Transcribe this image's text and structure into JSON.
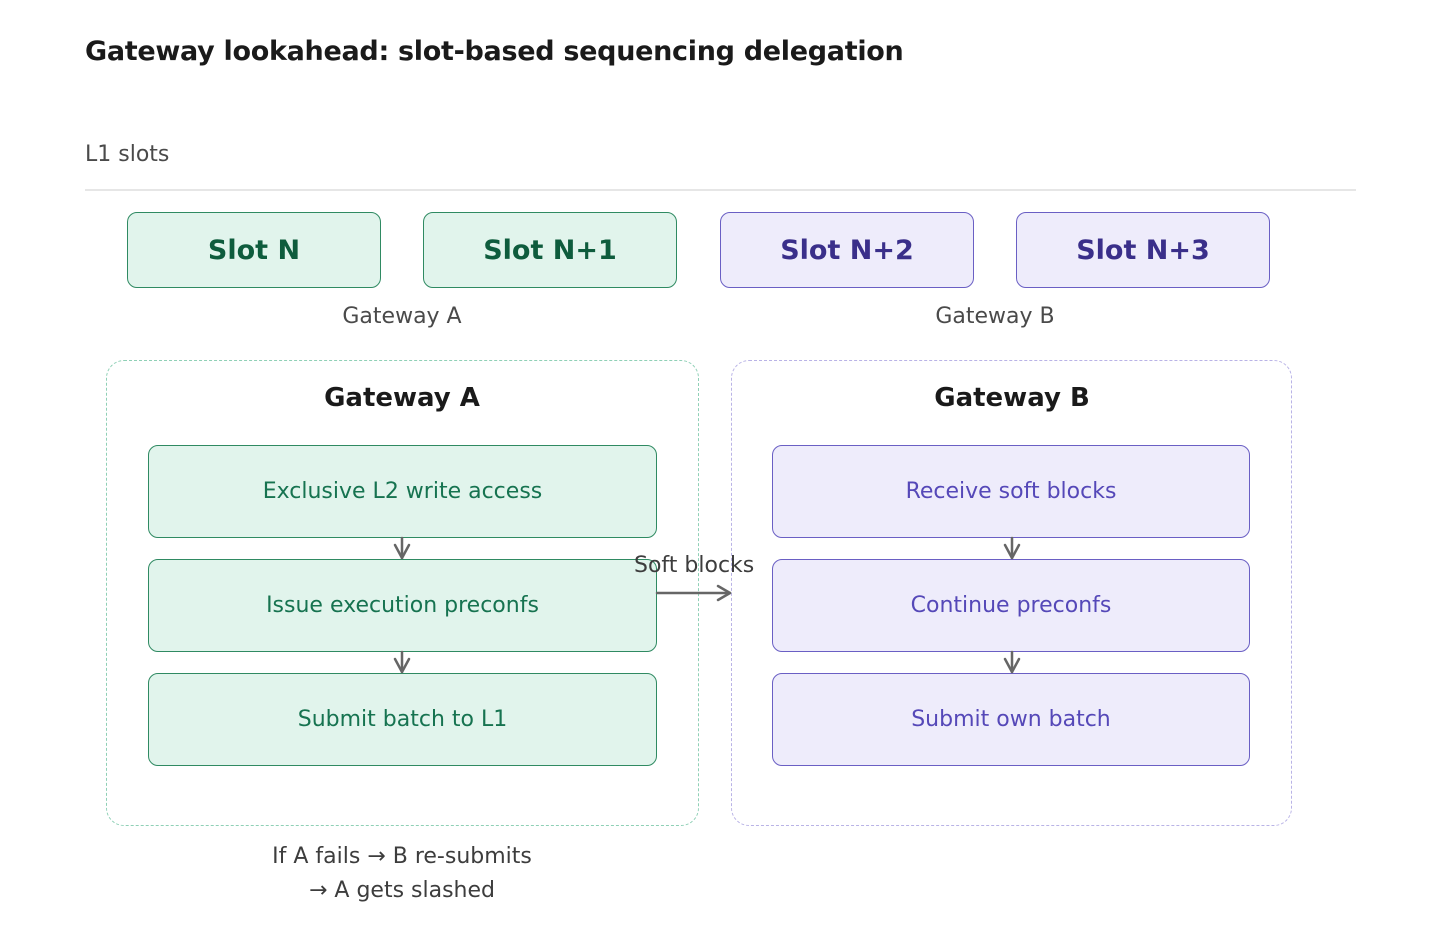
{
  "title": "Gateway lookahead: slot-based sequencing delegation",
  "timeline": {
    "label": "L1 slots",
    "slots": [
      {
        "label": "Slot N",
        "owner": "A"
      },
      {
        "label": "Slot N+1",
        "owner": "A"
      },
      {
        "label": "Slot N+2",
        "owner": "B"
      },
      {
        "label": "Slot N+3",
        "owner": "B"
      }
    ],
    "group_labels": {
      "a": "Gateway A",
      "b": "Gateway B"
    }
  },
  "gateway_a": {
    "title": "Gateway A",
    "steps": [
      "Exclusive L2 write access",
      "Issue execution preconfs",
      "Submit batch to L1"
    ]
  },
  "gateway_b": {
    "title": "Gateway B",
    "steps": [
      "Receive soft blocks",
      "Continue preconfs",
      "Submit own batch"
    ]
  },
  "handoff": {
    "label": "Soft blocks"
  },
  "footnote": {
    "line1": "If A fails → B re-submits",
    "line2": "→ A gets slashed"
  },
  "colors": {
    "gateway_a_fill": "#e1f4ec",
    "gateway_a_stroke": "#2f8a62",
    "gateway_b_fill": "#eeecfb",
    "gateway_b_stroke": "#6a5fc4",
    "arrow": "#666666"
  }
}
